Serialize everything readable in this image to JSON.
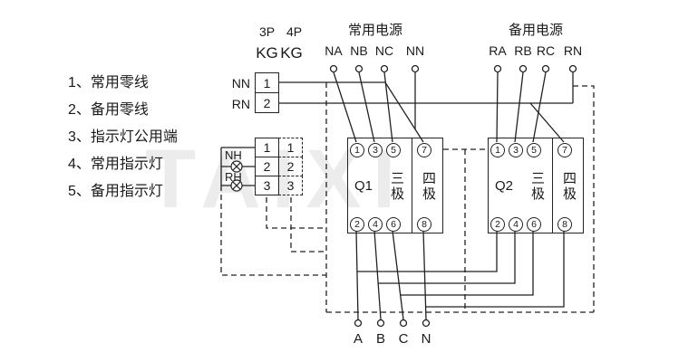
{
  "watermark": {
    "text": "TAIXI"
  },
  "legend": {
    "items": [
      "1、常用零线",
      "2、备用零线",
      "3、指示灯公用端",
      "4、常用指示灯",
      "5、备用指示灯"
    ]
  },
  "kg": {
    "pole_labels": [
      "3P",
      "4P"
    ],
    "kg_labels": [
      "KG",
      "KG"
    ],
    "nn": "NN",
    "rn": "RN",
    "neutral_terminals": [
      "1",
      "2"
    ],
    "lamp_terminals_3p": [
      "1",
      "2",
      "3"
    ],
    "lamp_terminals_4p": [
      "1",
      "2",
      "3"
    ],
    "nh": "NH",
    "rh": "RH"
  },
  "normal_supply": {
    "title": "常用电源",
    "terminals": [
      "NA",
      "NB",
      "NC",
      "NN"
    ]
  },
  "backup_supply": {
    "title": "备用电源",
    "terminals": [
      "RA",
      "RB",
      "RC",
      "RN"
    ]
  },
  "breakers": {
    "q1": {
      "name": "Q1",
      "pole3": "三极",
      "pole4": "四极",
      "top": [
        "1",
        "3",
        "5",
        "7"
      ],
      "bottom": [
        "2",
        "4",
        "6",
        "8"
      ]
    },
    "q2": {
      "name": "Q2",
      "pole3": "三极",
      "pole4": "四极",
      "top": [
        "1",
        "3",
        "5",
        "7"
      ],
      "bottom": [
        "2",
        "4",
        "6",
        "8"
      ]
    }
  },
  "load": {
    "terminals": [
      "A",
      "B",
      "C",
      "N"
    ]
  },
  "colors": {
    "line": "#222222",
    "text": "#1a1a1a"
  }
}
